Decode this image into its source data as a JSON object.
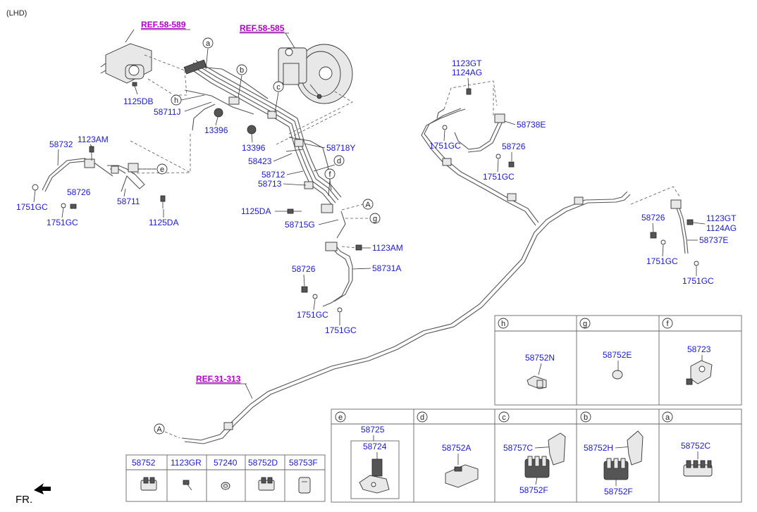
{
  "drive_label": "(LHD)",
  "front_marker": "FR.",
  "references": [
    "REF.58-589",
    "REF.58-585",
    "REF.31-313"
  ],
  "part_labels": {
    "p1125DB": "1125DB",
    "p58711J": "58711J",
    "p13396a": "13396",
    "p13396b": "13396",
    "p58718Y": "58718Y",
    "p58423": "58423",
    "p58712": "58712",
    "p58713": "58713",
    "p58732": "58732",
    "p1123AMa": "1123AM",
    "p58726a": "58726",
    "p1751GCa": "1751GC",
    "p1751GCb": "1751GC",
    "p58711": "58711",
    "p1125DAa": "1125DA",
    "p1125DAb": "1125DA",
    "p58715G": "58715G",
    "p1123AMb": "1123AM",
    "p58726b": "58726",
    "p58731A": "58731A",
    "p1751GCc": "1751GC",
    "p1751GCd": "1751GC",
    "p1123GTa": "1123GT",
    "p1124AGa": "1124AG",
    "p58738E": "58738E",
    "p1751GCe": "1751GC",
    "p58726c": "58726",
    "p1751GCf": "1751GC",
    "p58726d": "58726",
    "p1123GTb": "1123GT",
    "p1124AGb": "1124AG",
    "p58737E": "58737E",
    "p1751GCg": "1751GC",
    "p1751GCh": "1751GC"
  },
  "callouts": [
    "a",
    "b",
    "c",
    "d",
    "e",
    "f",
    "g",
    "h",
    "A",
    "A"
  ],
  "detail_grid_top": [
    {
      "key": "h",
      "part": "58752N"
    },
    {
      "key": "g",
      "part": "58752E"
    },
    {
      "key": "f",
      "part": "58723"
    }
  ],
  "detail_grid_bottom": [
    {
      "key": "e",
      "parts": [
        "58725",
        "58724"
      ]
    },
    {
      "key": "d",
      "parts": [
        "58752A"
      ]
    },
    {
      "key": "c",
      "parts": [
        "58757C",
        "58752F"
      ]
    },
    {
      "key": "b",
      "parts": [
        "58752H",
        "58752F"
      ]
    },
    {
      "key": "a",
      "parts": [
        "58752C"
      ]
    }
  ],
  "legend_table": {
    "headers": [
      "58752",
      "1123GR",
      "57240",
      "58752D",
      "58753F"
    ]
  }
}
